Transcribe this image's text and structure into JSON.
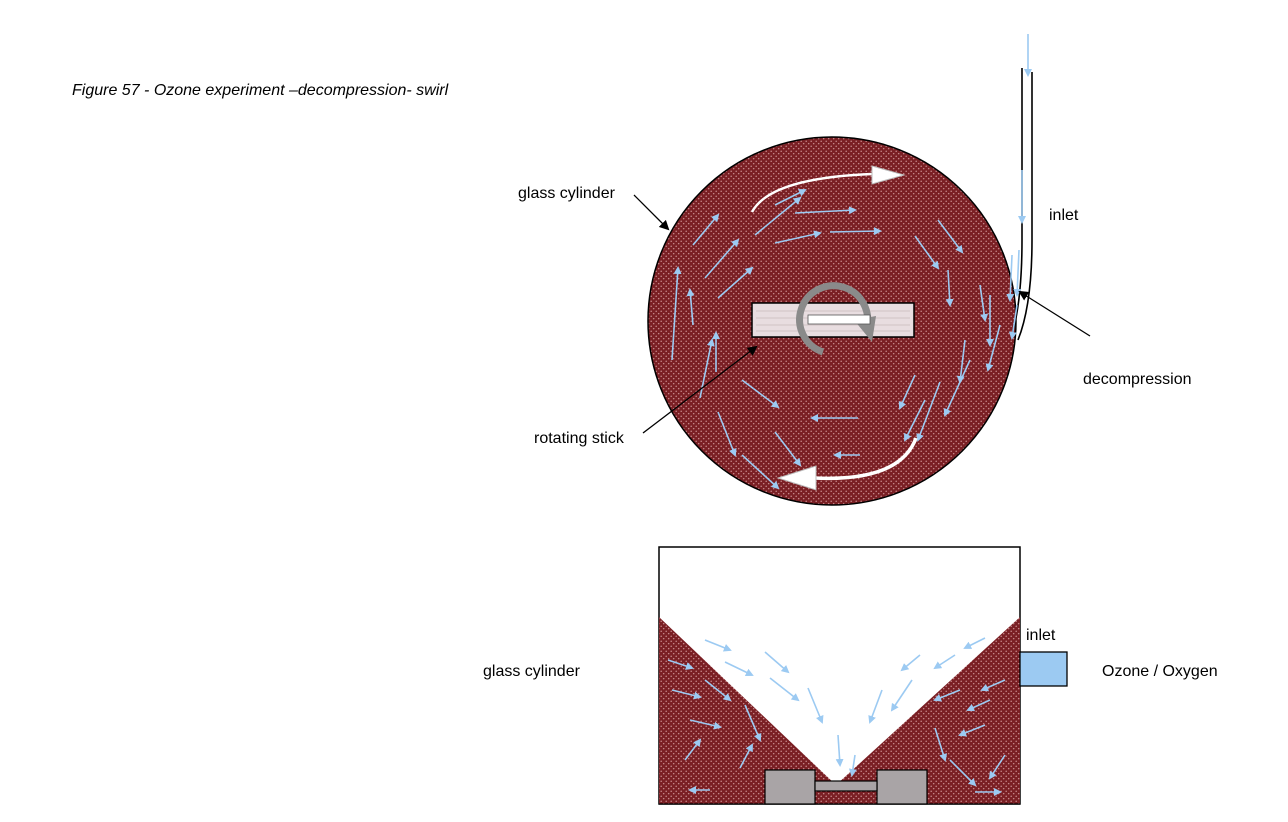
{
  "caption": "Figure 57 -  Ozone experiment –decompression- swirl",
  "top_view": {
    "glass_cylinder_label": "glass cylinder",
    "inlet_label": "inlet",
    "decompression_label": "decompression",
    "rotating_stick_label": "rotating stick"
  },
  "side_view": {
    "glass_cylinder_label": "glass cylinder",
    "inlet_label": "inlet",
    "gas_label": "Ozone / Oxygen"
  },
  "colors": {
    "liquid": "#7a1f24",
    "liquid_speckle": "#c88a8c",
    "flow_arrow": "#9ccaf2",
    "swirl_arrow": "#ffffff",
    "stick_fill": "#e8dde0",
    "inlet_box": "#9ccaf2",
    "magnet_fill": "#a9a4a6"
  },
  "icons": {
    "rotation": "circular-rotation-arrow-icon"
  }
}
